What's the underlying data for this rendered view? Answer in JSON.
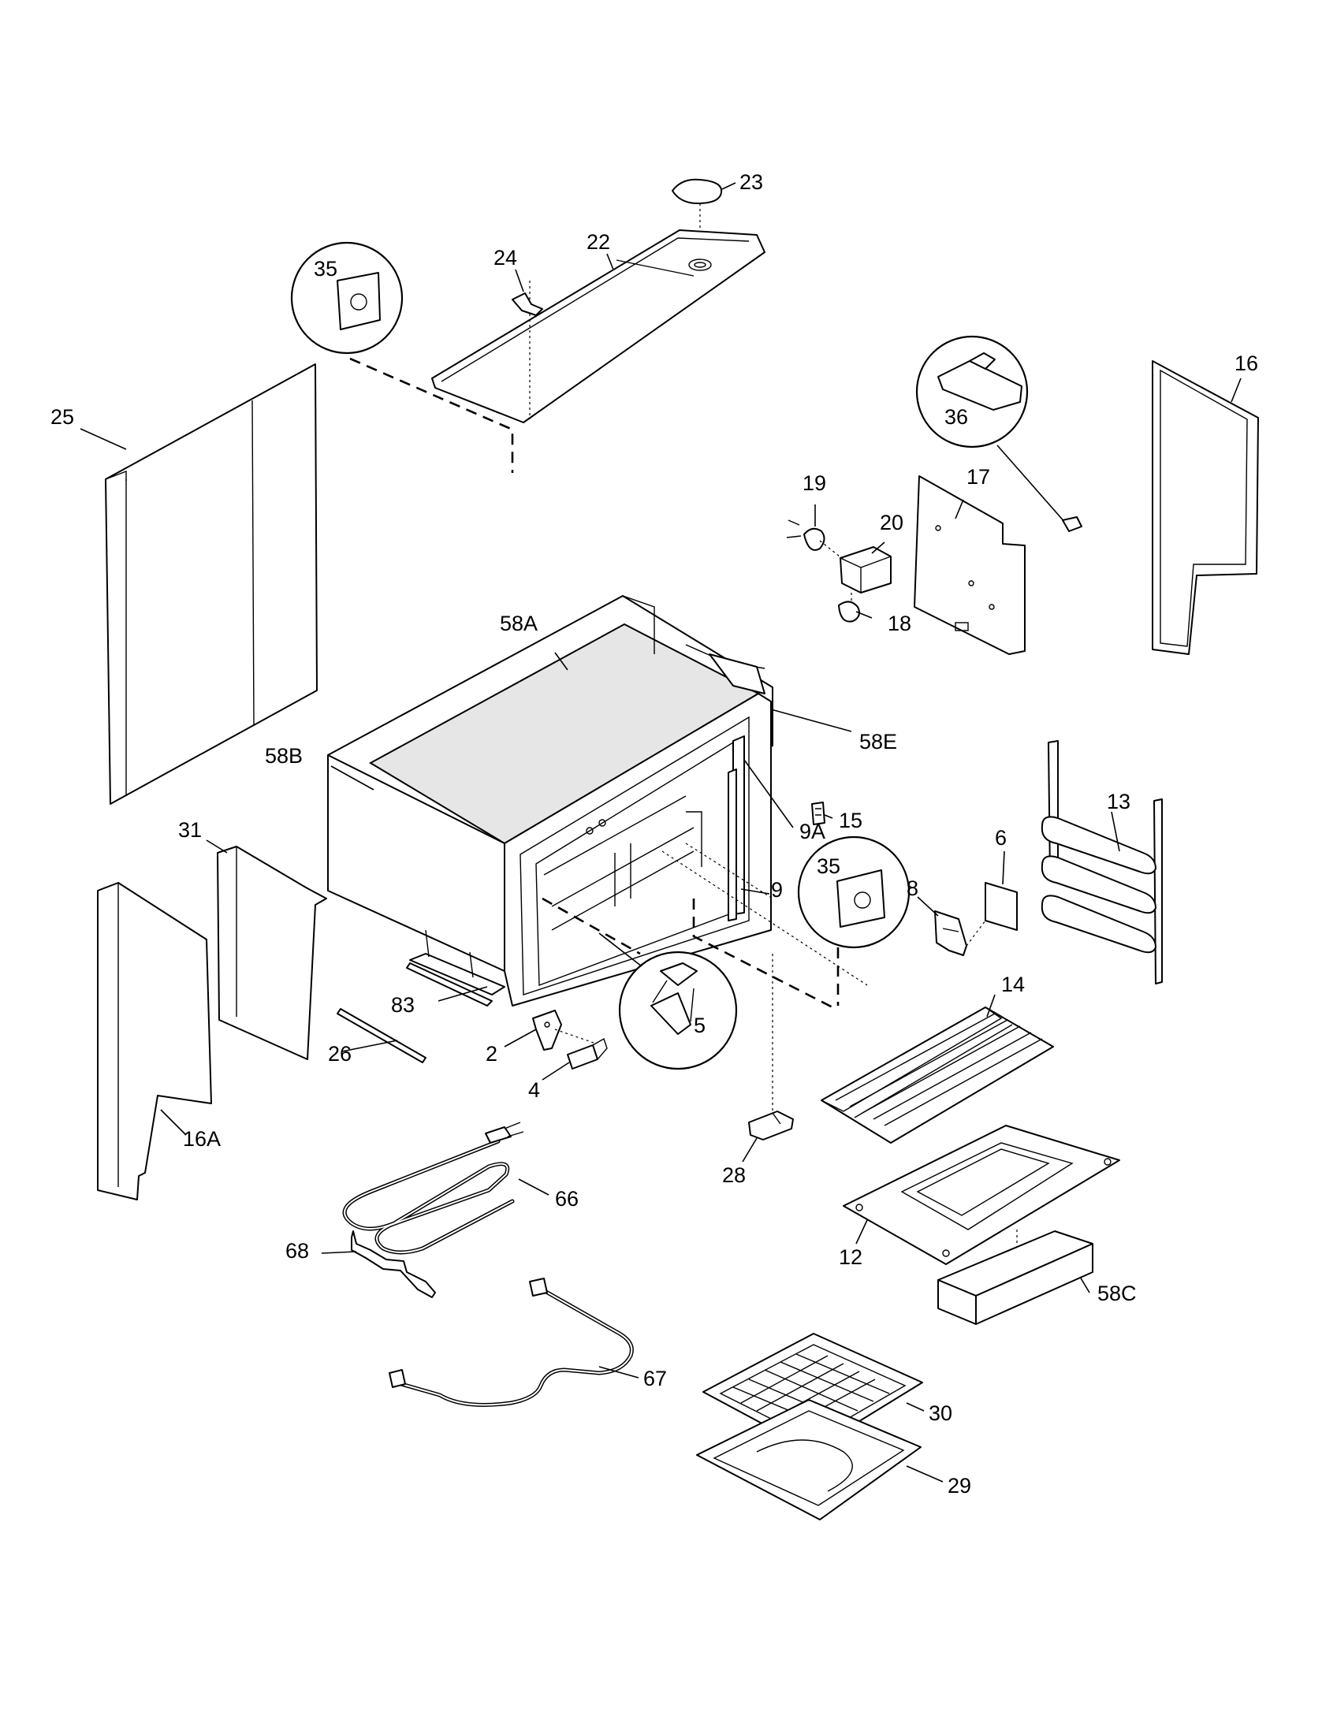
{
  "labels": {
    "p23": "23",
    "p22": "22",
    "p24": "24",
    "p35a": "35",
    "p25": "25",
    "p16": "16",
    "p36": "36",
    "p17": "17",
    "p19": "19",
    "p20": "20",
    "p18": "18",
    "p58a": "58A",
    "p58e": "58E",
    "p58b": "58B",
    "p9a": "9A",
    "p15": "15",
    "p13": "13",
    "p31": "31",
    "p6": "6",
    "p8": "8",
    "p35b": "35",
    "p9": "9",
    "p14": "14",
    "p83": "83",
    "p5": "5",
    "p26": "26",
    "p2": "2",
    "p4": "4",
    "p16a": "16A",
    "p28": "28",
    "p66": "66",
    "p12": "12",
    "p68": "68",
    "p58c": "58C",
    "p67": "67",
    "p30": "30",
    "p29": "29"
  }
}
